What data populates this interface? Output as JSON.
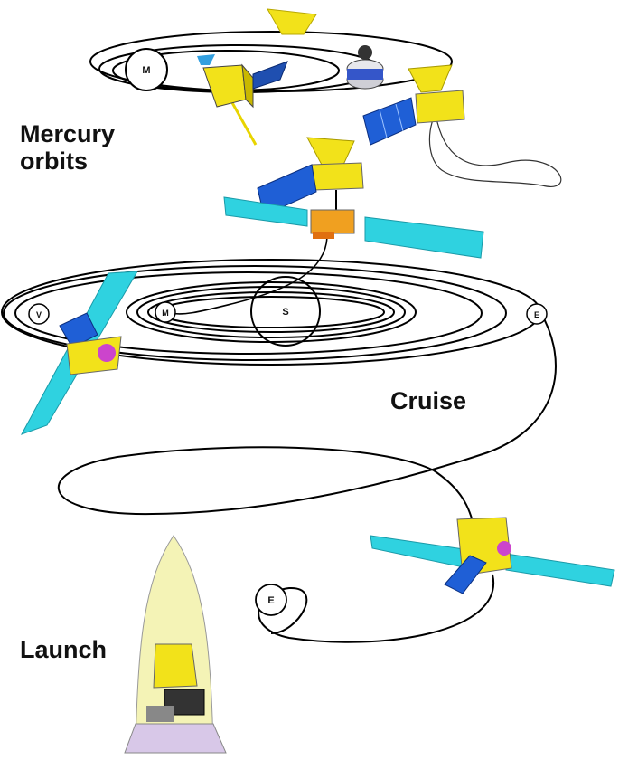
{
  "phases": {
    "mercury_line1": "Mercury",
    "mercury_line2": "orbits",
    "cruise": "Cruise",
    "launch": "Launch"
  },
  "bodies": {
    "mercury_top": "M",
    "mercury_mid": "M",
    "venus": "V",
    "sun": "S",
    "earth_right": "E",
    "earth_bottom": "E"
  },
  "colors": {
    "orbit": "#000000",
    "panel_blue": "#1f5fd6",
    "panel_cyan": "#2fd2e0",
    "spacecraft_gold": "#f2e21a",
    "fairing": "#f4f3b6"
  }
}
